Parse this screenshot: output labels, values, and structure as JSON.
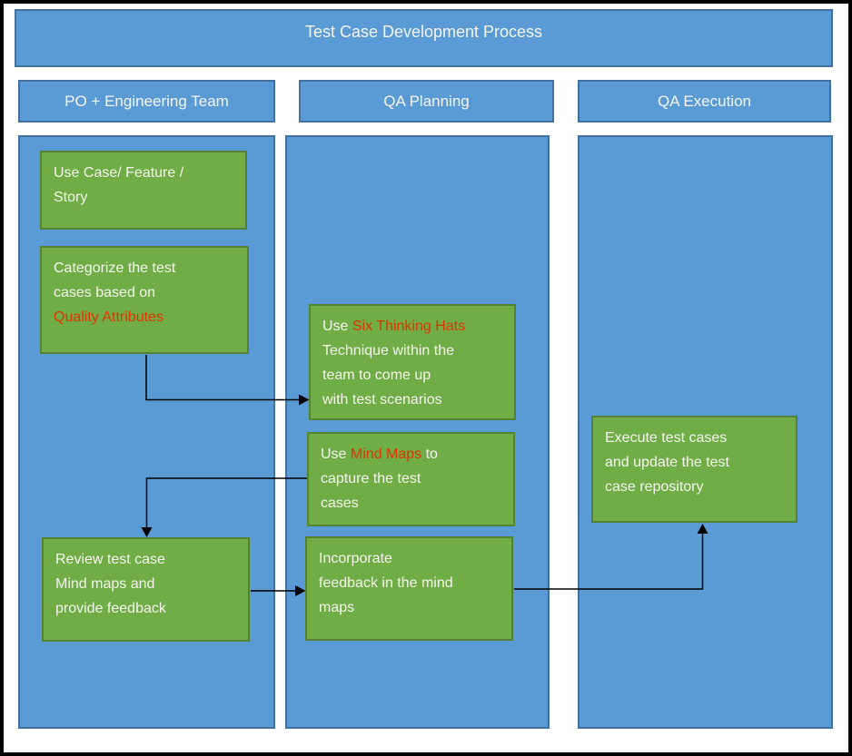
{
  "title": "Test Case Development Process",
  "lanes": [
    {
      "label": "PO + Engineering Team"
    },
    {
      "label": "QA Planning"
    },
    {
      "label": "QA Execution"
    }
  ],
  "nodes": [
    {
      "name": "use-case-feature-story",
      "segments": [
        {
          "t": "Use Case/ Feature /\nStory",
          "c": "light"
        }
      ]
    },
    {
      "name": "categorize-test-cases",
      "segments": [
        {
          "t": "Categorize the test\ncases based on\n",
          "c": "light"
        },
        {
          "t": "Quality Attributes",
          "c": "red"
        }
      ]
    },
    {
      "name": "six-thinking-hats",
      "segments": [
        {
          "t": "Use ",
          "c": "light"
        },
        {
          "t": "Six Thinking Hats",
          "c": "red"
        },
        {
          "t": "\nTechnique within the\nteam to come up\nwith test scenarios",
          "c": "light"
        }
      ]
    },
    {
      "name": "mind-maps-capture",
      "segments": [
        {
          "t": "Use ",
          "c": "light"
        },
        {
          "t": "Mind Maps",
          "c": "red"
        },
        {
          "t": " to\ncapture the test\ncases",
          "c": "light"
        }
      ]
    },
    {
      "name": "review-mind-maps",
      "segments": [
        {
          "t": "Review test case\nMind maps and\nprovide feedback",
          "c": "light"
        }
      ]
    },
    {
      "name": "incorporate-feedback",
      "segments": [
        {
          "t": "Incorporate\nfeedback in the mind\nmaps",
          "c": "light"
        }
      ]
    },
    {
      "name": "execute-test-cases",
      "segments": [
        {
          "t": "Execute test cases\nand update the test\ncase repository",
          "c": "light"
        }
      ]
    }
  ],
  "colors": {
    "blue": "#5B9BD5",
    "blue_border": "#41719C",
    "green": "#70AD47",
    "green_border": "#548235",
    "light_text": "#F5F5EE",
    "red_text": "#E03400",
    "arrow": "#000000",
    "frame": "#000000"
  }
}
